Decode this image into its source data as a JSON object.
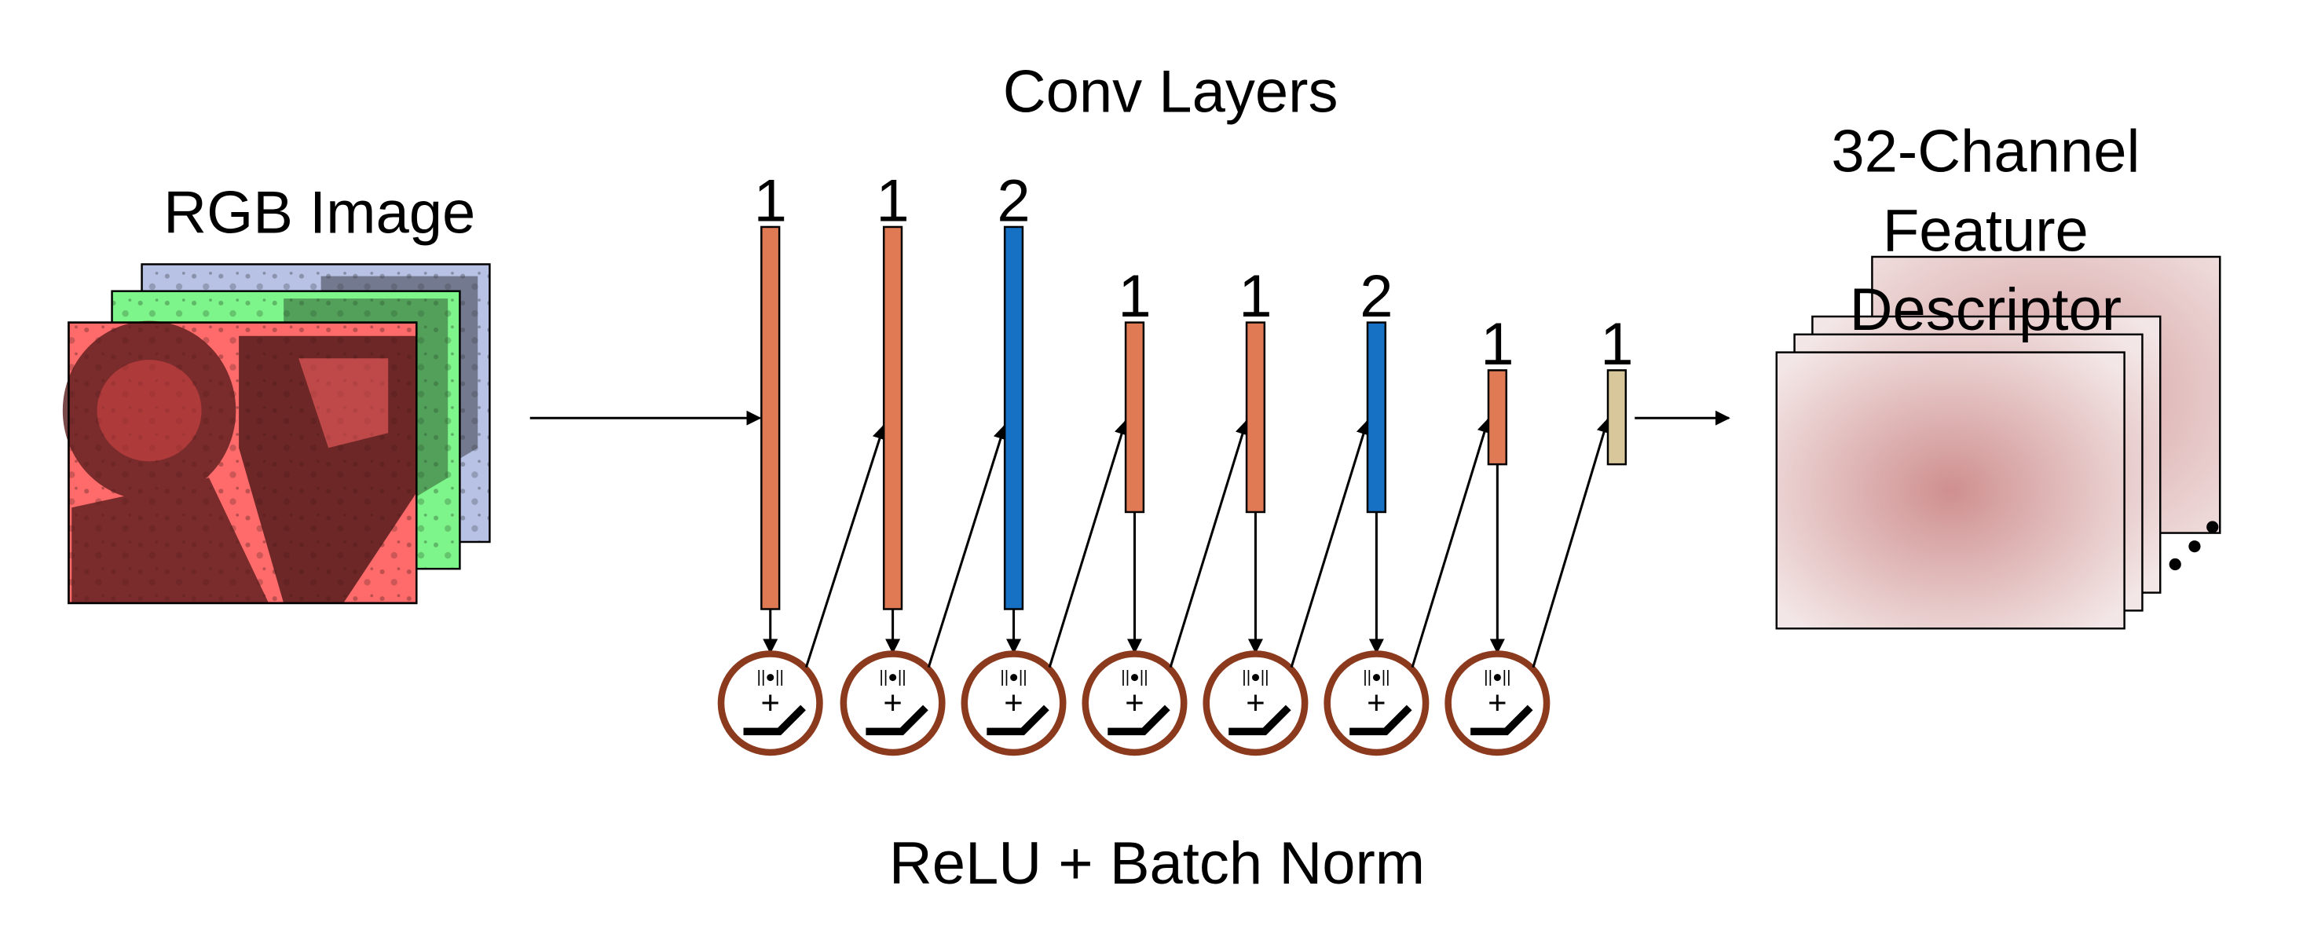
{
  "diagram": {
    "input_label": "RGB Image",
    "conv_title": "Conv Layers",
    "norm_title": "ReLU + Batch Norm",
    "output_label_lines": [
      "32-Channel",
      "Feature",
      "Descriptor"
    ],
    "block_glyph": "||●||",
    "plus_glyph": "+",
    "layers": [
      {
        "stride": "1",
        "kind": "conv"
      },
      {
        "stride": "1",
        "kind": "conv"
      },
      {
        "stride": "2",
        "kind": "strided"
      },
      {
        "stride": "1",
        "kind": "conv"
      },
      {
        "stride": "1",
        "kind": "conv"
      },
      {
        "stride": "2",
        "kind": "strided"
      },
      {
        "stride": "1",
        "kind": "conv"
      },
      {
        "stride": "1",
        "kind": "final"
      }
    ],
    "colors": {
      "conv": "#e07a55",
      "strided": "#1670c4",
      "final": "#d8c79a",
      "norm_ring": "#8b3a1e",
      "image_red": "#ff6b6b",
      "image_green": "#7ef58a",
      "image_blue": "#b7c2e4",
      "feature_map": "#c98b8b"
    }
  }
}
